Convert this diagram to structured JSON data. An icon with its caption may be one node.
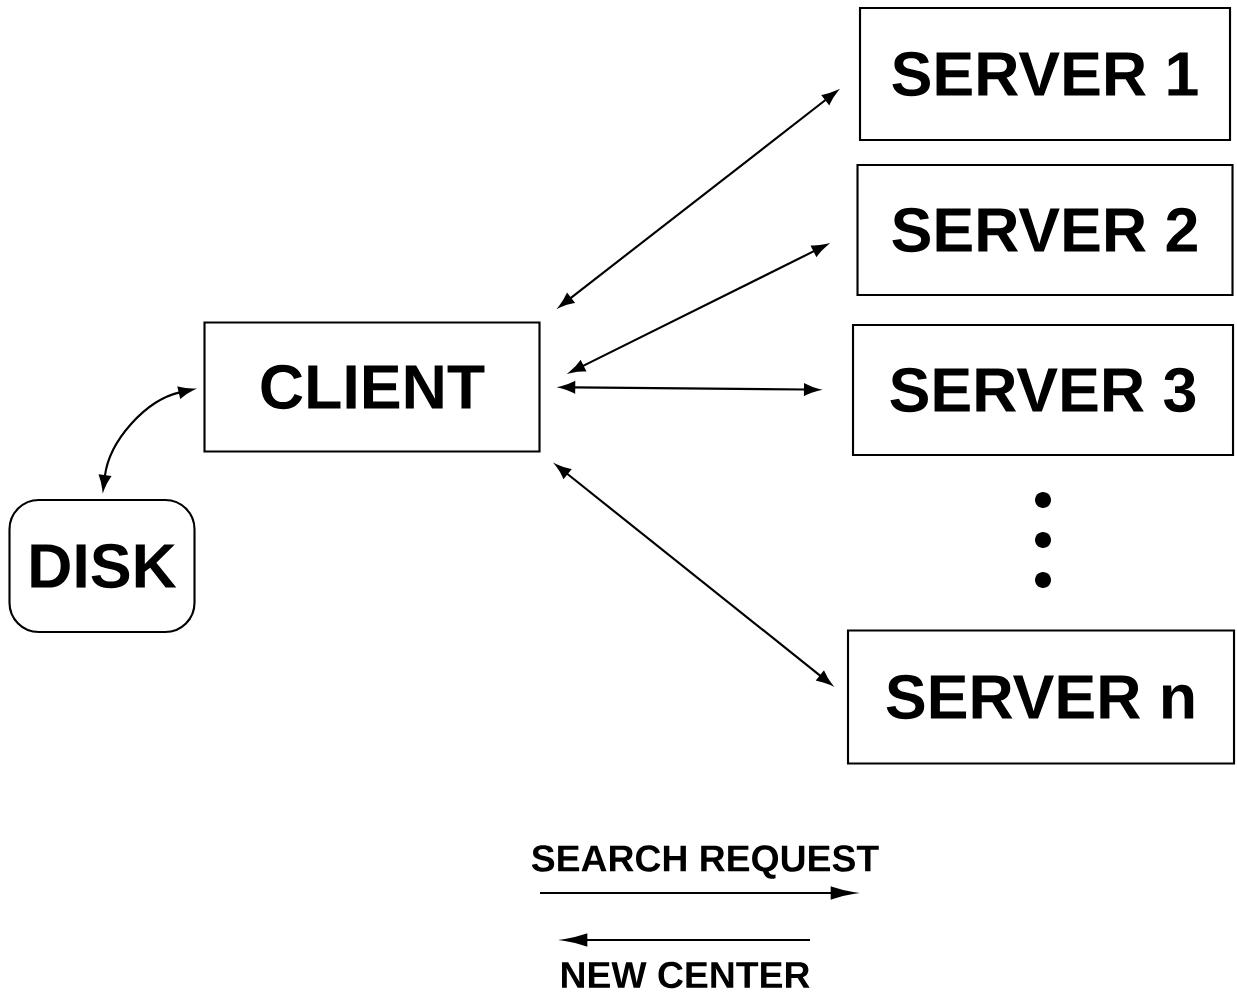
{
  "diagram": {
    "nodes": [
      {
        "text": [
          "CLIENT"
        ]
      },
      {
        "text": [
          "DISK"
        ]
      },
      {
        "text": [
          "SERVER 1"
        ]
      },
      {
        "text": [
          "SERVER 2"
        ]
      },
      {
        "text": [
          "SERVER 3"
        ]
      },
      {
        "text": [
          "SERVER n"
        ]
      }
    ],
    "edges": [
      {
        "from": 1,
        "to": 0,
        "arrow": "both"
      },
      {
        "from": 0,
        "to": 2,
        "arrow": "both"
      },
      {
        "from": 0,
        "to": 3,
        "arrow": "both"
      },
      {
        "from": 0,
        "to": 4,
        "arrow": "both"
      },
      {
        "from": 0,
        "to": 5,
        "arrow": "both"
      }
    ],
    "legend": [
      {
        "text": "SEARCH REQUEST"
      },
      {
        "text": "NEW CENTER"
      }
    ]
  }
}
